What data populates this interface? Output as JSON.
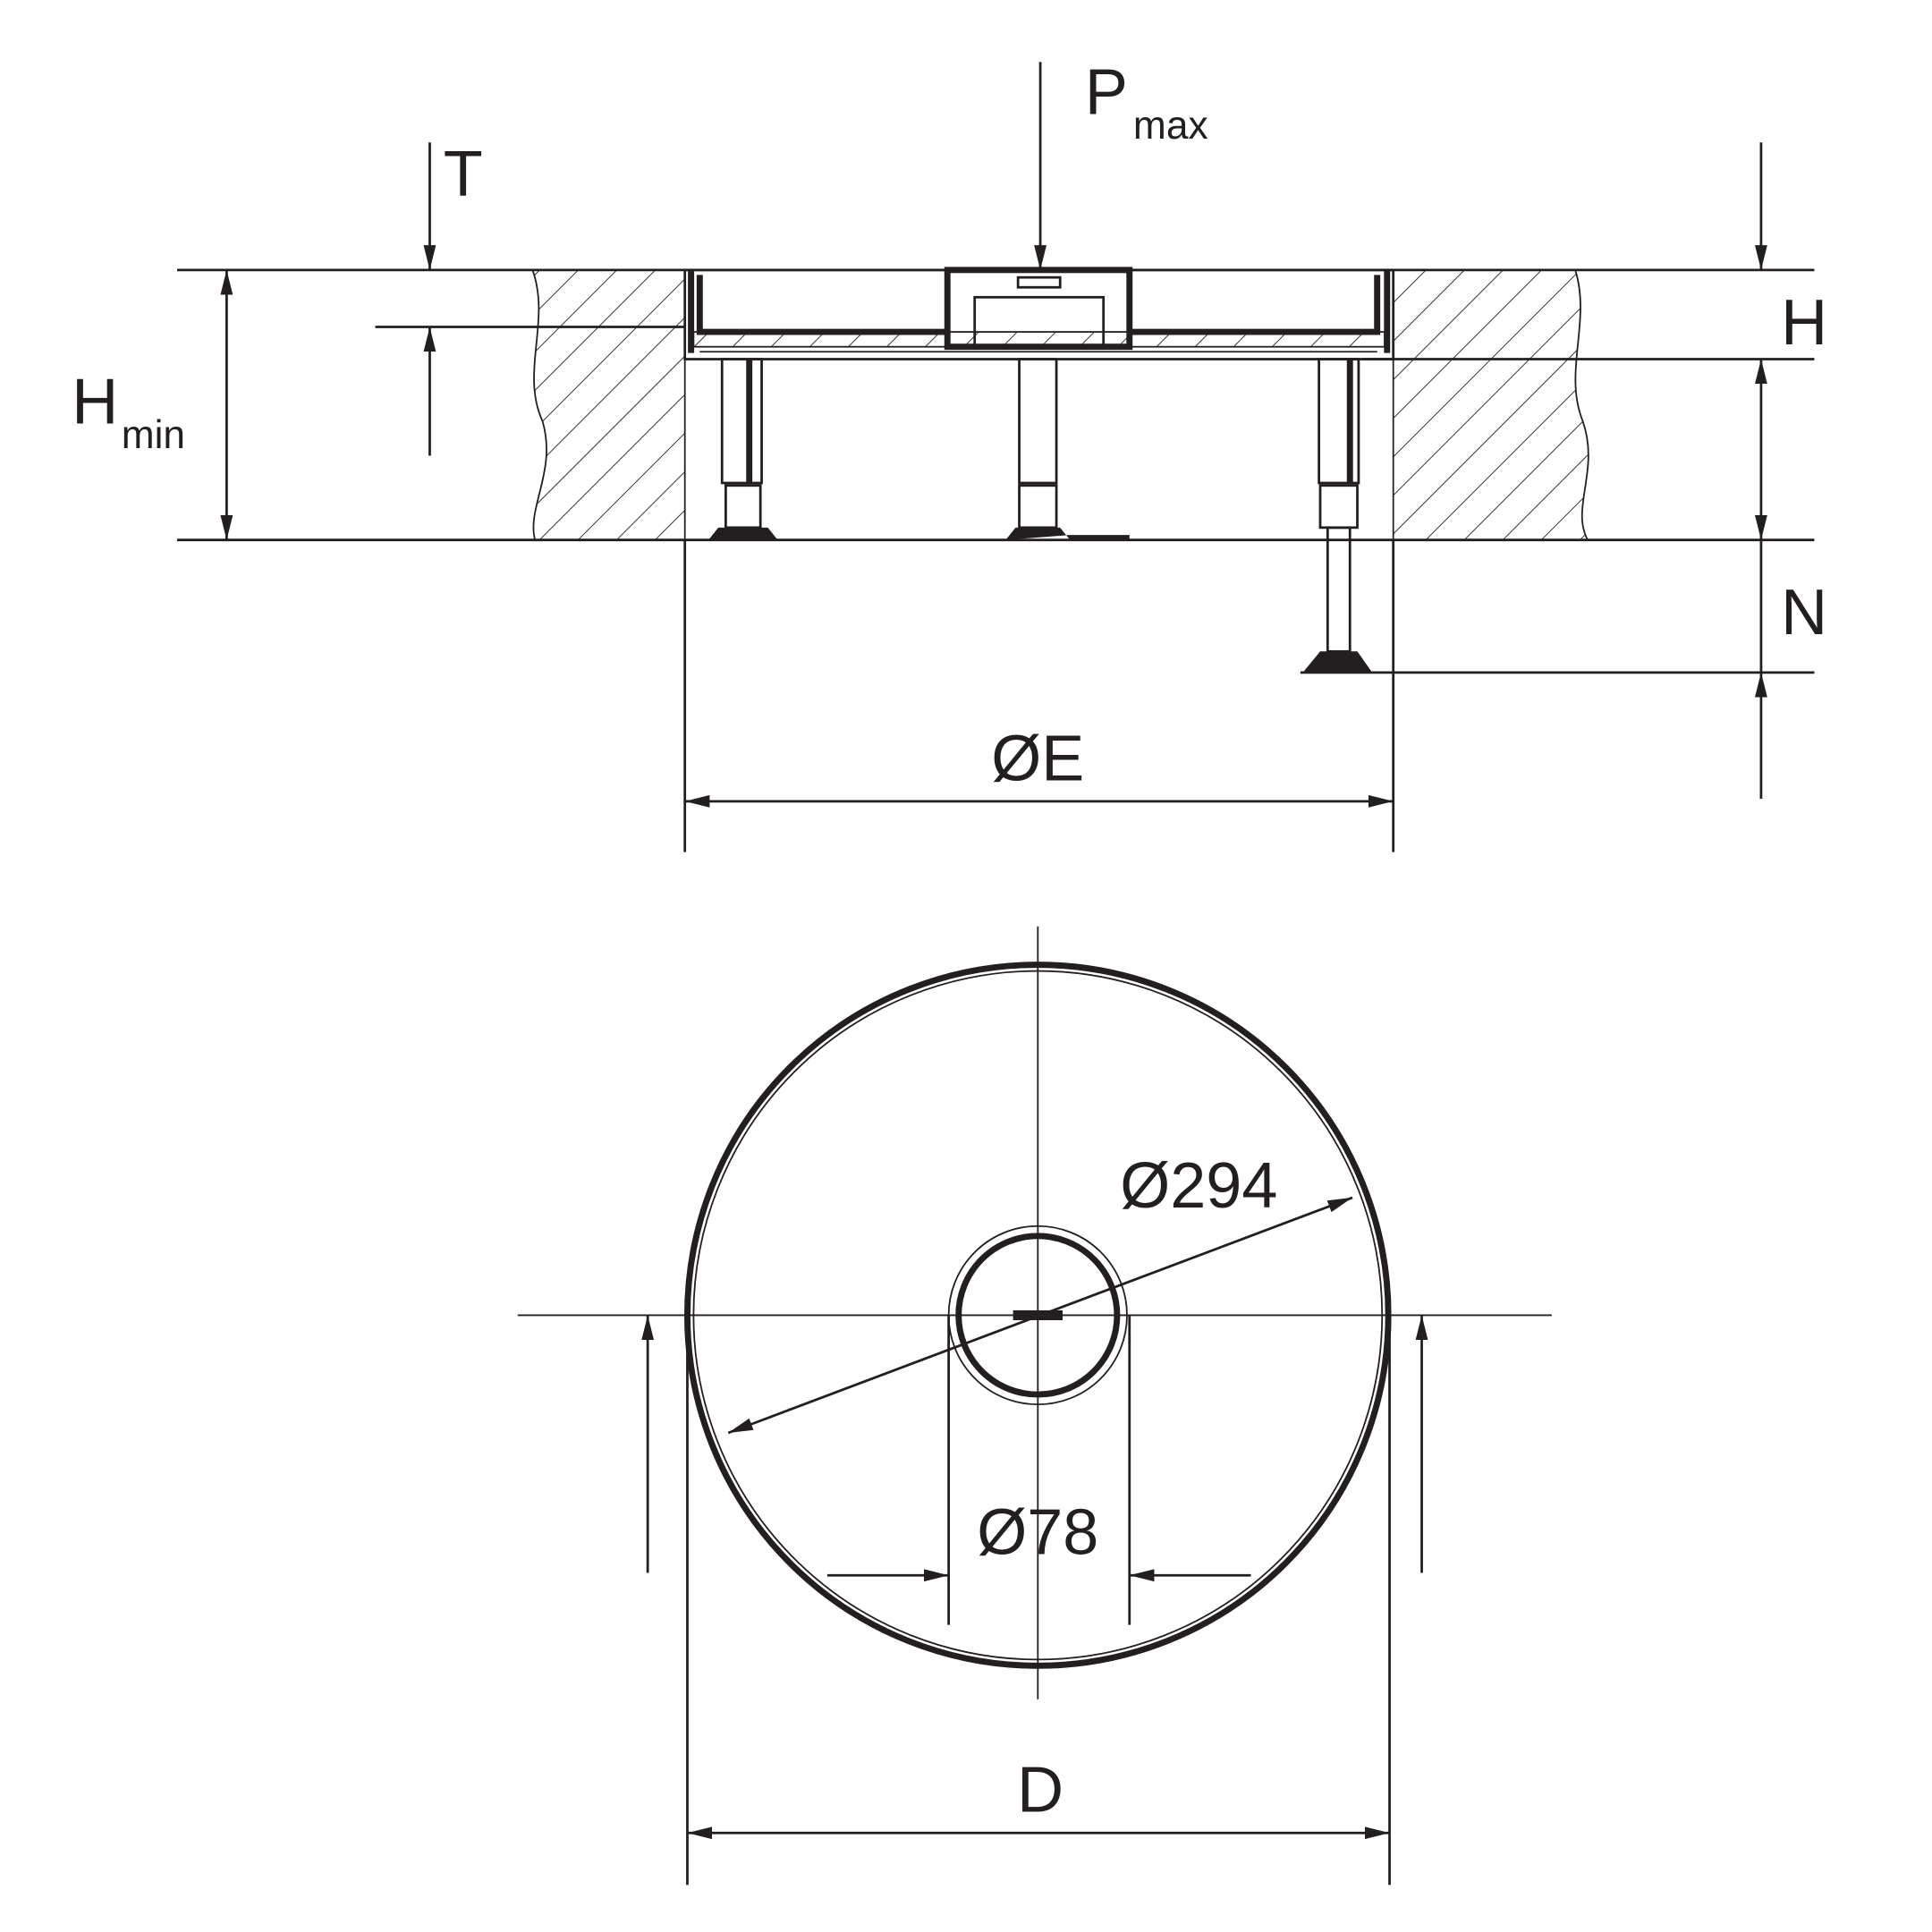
{
  "labels": {
    "t": "T",
    "p": "P",
    "p_sub": "max",
    "h": "H",
    "hmin": "H",
    "hmin_sub": "min",
    "n": "N",
    "e": "ØE",
    "d294": "Ø294",
    "d78": "Ø78",
    "d": "D"
  },
  "colors": {
    "line": "#231f20",
    "background": "#ffffff"
  }
}
